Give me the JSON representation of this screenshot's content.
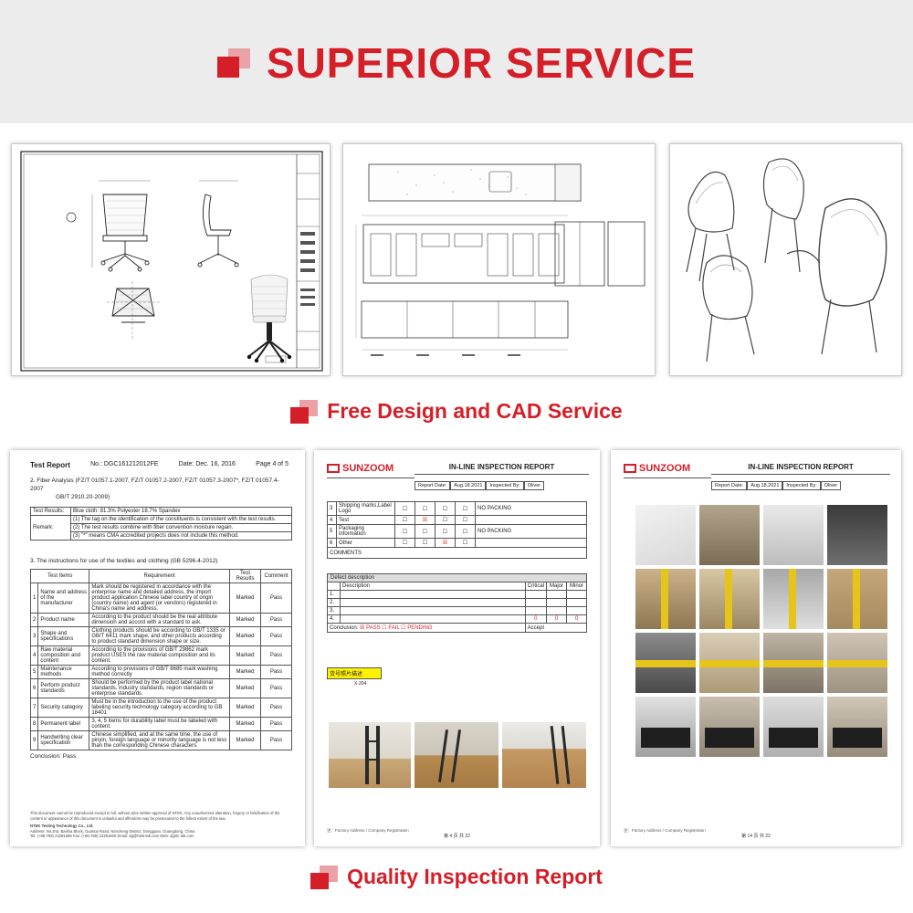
{
  "banner": {
    "title": "SUPERIOR SERVICE"
  },
  "sections": {
    "design": "Free Design and CAD Service",
    "quality": "Quality Inspection Report"
  },
  "test_report": {
    "title": "Test Report",
    "report_no": "No.: DGC161212012FE",
    "date": "Date: Dec. 16, 2016",
    "page": "Page 4 of 5",
    "fiber_title": "2. Fiber Analysis (FZ/T 01057.1-2007, FZ/T 01057.2-2007, FZ/T 01057.3-2007*, FZ/T 01057.4-2007",
    "fiber_title_2": "GB/T 2910.20-2009)",
    "results_label": "Test Results:",
    "results_value": "Blue cloth: 81.3% Polyester    18.7% Spandex",
    "remark_label": "Remark:",
    "remarks": [
      "(1) The tag on the identification of the constituents is consistent with the test results.",
      "(2) The test results combine with fiber convention moisture regain.",
      "(3) \"*\" means CMA accredited projects does not include this method."
    ],
    "instructions_title": "3. The instructions for use of the textiles and clothing (GB 5296.4-2012)",
    "headers": [
      "Test Items",
      "Requirement",
      "Test Results",
      "Comment"
    ],
    "rows": [
      {
        "no": "1",
        "item": "Name and address of the manufacturer",
        "req": "Mark should be registered in accordance with the enterprise name and detailed address, the import product application Chinese label country of origin (country name) and agent (or vendors) registered in China's name and address.",
        "result": "Marked",
        "comment": "Pass"
      },
      {
        "no": "2",
        "item": "Product name",
        "req": "According to the product should be the real attribute dimension and accord with a standard to ask.",
        "result": "Marked",
        "comment": "Pass"
      },
      {
        "no": "3",
        "item": "Shape and specifications",
        "req": "Clothing products should be according to GB/T 1335 or GB/T 6411 mark shape, and other products according to product standard dimension shape or size.",
        "result": "Marked",
        "comment": "Pass"
      },
      {
        "no": "4",
        "item": "Raw material composition and content",
        "req": "According to the provisions of GB/T 29862 mark product USES the raw material composition and its content.",
        "result": "Marked",
        "comment": "Pass"
      },
      {
        "no": "5",
        "item": "Maintenance methods",
        "req": "According to provisions of GB/T 8685 mark washing method correctly",
        "result": "Marked",
        "comment": "Pass"
      },
      {
        "no": "6",
        "item": "Perform product standards",
        "req": "Should be performed by the product label national standards, industry standards, region standards or enterprise standards",
        "result": "Marked",
        "comment": "Pass"
      },
      {
        "no": "7",
        "item": "Security category",
        "req": "Must be in the introduction to the use of the product labeling security technology category according to GB 18401",
        "result": "Marked",
        "comment": "Pass"
      },
      {
        "no": "8",
        "item": "Permanent label",
        "req": "3, 4, 5 items for durability label must be labeled with content.",
        "result": "Marked",
        "comment": "Pass"
      },
      {
        "no": "9",
        "item": "Handwriting clear specification",
        "req": "Chinese simplified, and at the same time, the use of pinyin, foreign language or minority language is not less than the corresponding Chinese characters.",
        "result": "Marked",
        "comment": "Pass"
      }
    ],
    "conclusion": "Conclusion: Pass",
    "footer_1": "This document cannot be reproduced except in full, without prior written approval of NTEK. Any unauthorized alteration, forgery or falsification of the content or appearance of this document is unlawful and offenders may be prosecuted to the fullest extent of the law.",
    "company": "NTEK Testing Technology Co., Ltd.",
    "address": "Address: No.2nd, Baisha Block, Guantai Road, Nancheng District, Dongguan, Guangdong, China",
    "contact": "Tel: (+86-769) 22281666    Fax: (+86-769) 22281600    Email: dg@ntek-lab.com    Web: dgntc-lab.com"
  },
  "inspection_1": {
    "logo": "SUNZOOM",
    "title": "IN-LINE INSPECTION REPORT",
    "report_date_label": "Report Date:",
    "report_date": "Aug.18.2021",
    "inspector_label": "Inspected By:",
    "inspector": "Oliver",
    "rows": [
      {
        "no": "3",
        "label": "Shipping marks,Label Logo",
        "note": "NO PACKING"
      },
      {
        "no": "4",
        "label": "Test",
        "note": ""
      },
      {
        "no": "5",
        "label": "Packaging information",
        "note": "NO PACKING"
      },
      {
        "no": "6",
        "label": "Other",
        "note": ""
      }
    ],
    "comments": "COMMENTS",
    "defect_title": "Defect description",
    "defect_desc": "Description",
    "cols": [
      "Critical",
      "Major",
      "Minor"
    ],
    "conclusion": "Conclusion:",
    "status": [
      "PASS",
      "FAIL",
      "PENDING"
    ],
    "accept": "Accept",
    "photo_title": "X-204",
    "page": "第 4 页 共 22"
  },
  "inspection_2": {
    "logo": "SUNZOOM",
    "title": "IN-LINE INSPECTION REPORT",
    "report_date_label": "Report Date:",
    "report_date": "Aug.18.2021",
    "inspector_label": "Inspected By:",
    "inspector": "Oliver",
    "page": "第 14 页 共 22"
  }
}
